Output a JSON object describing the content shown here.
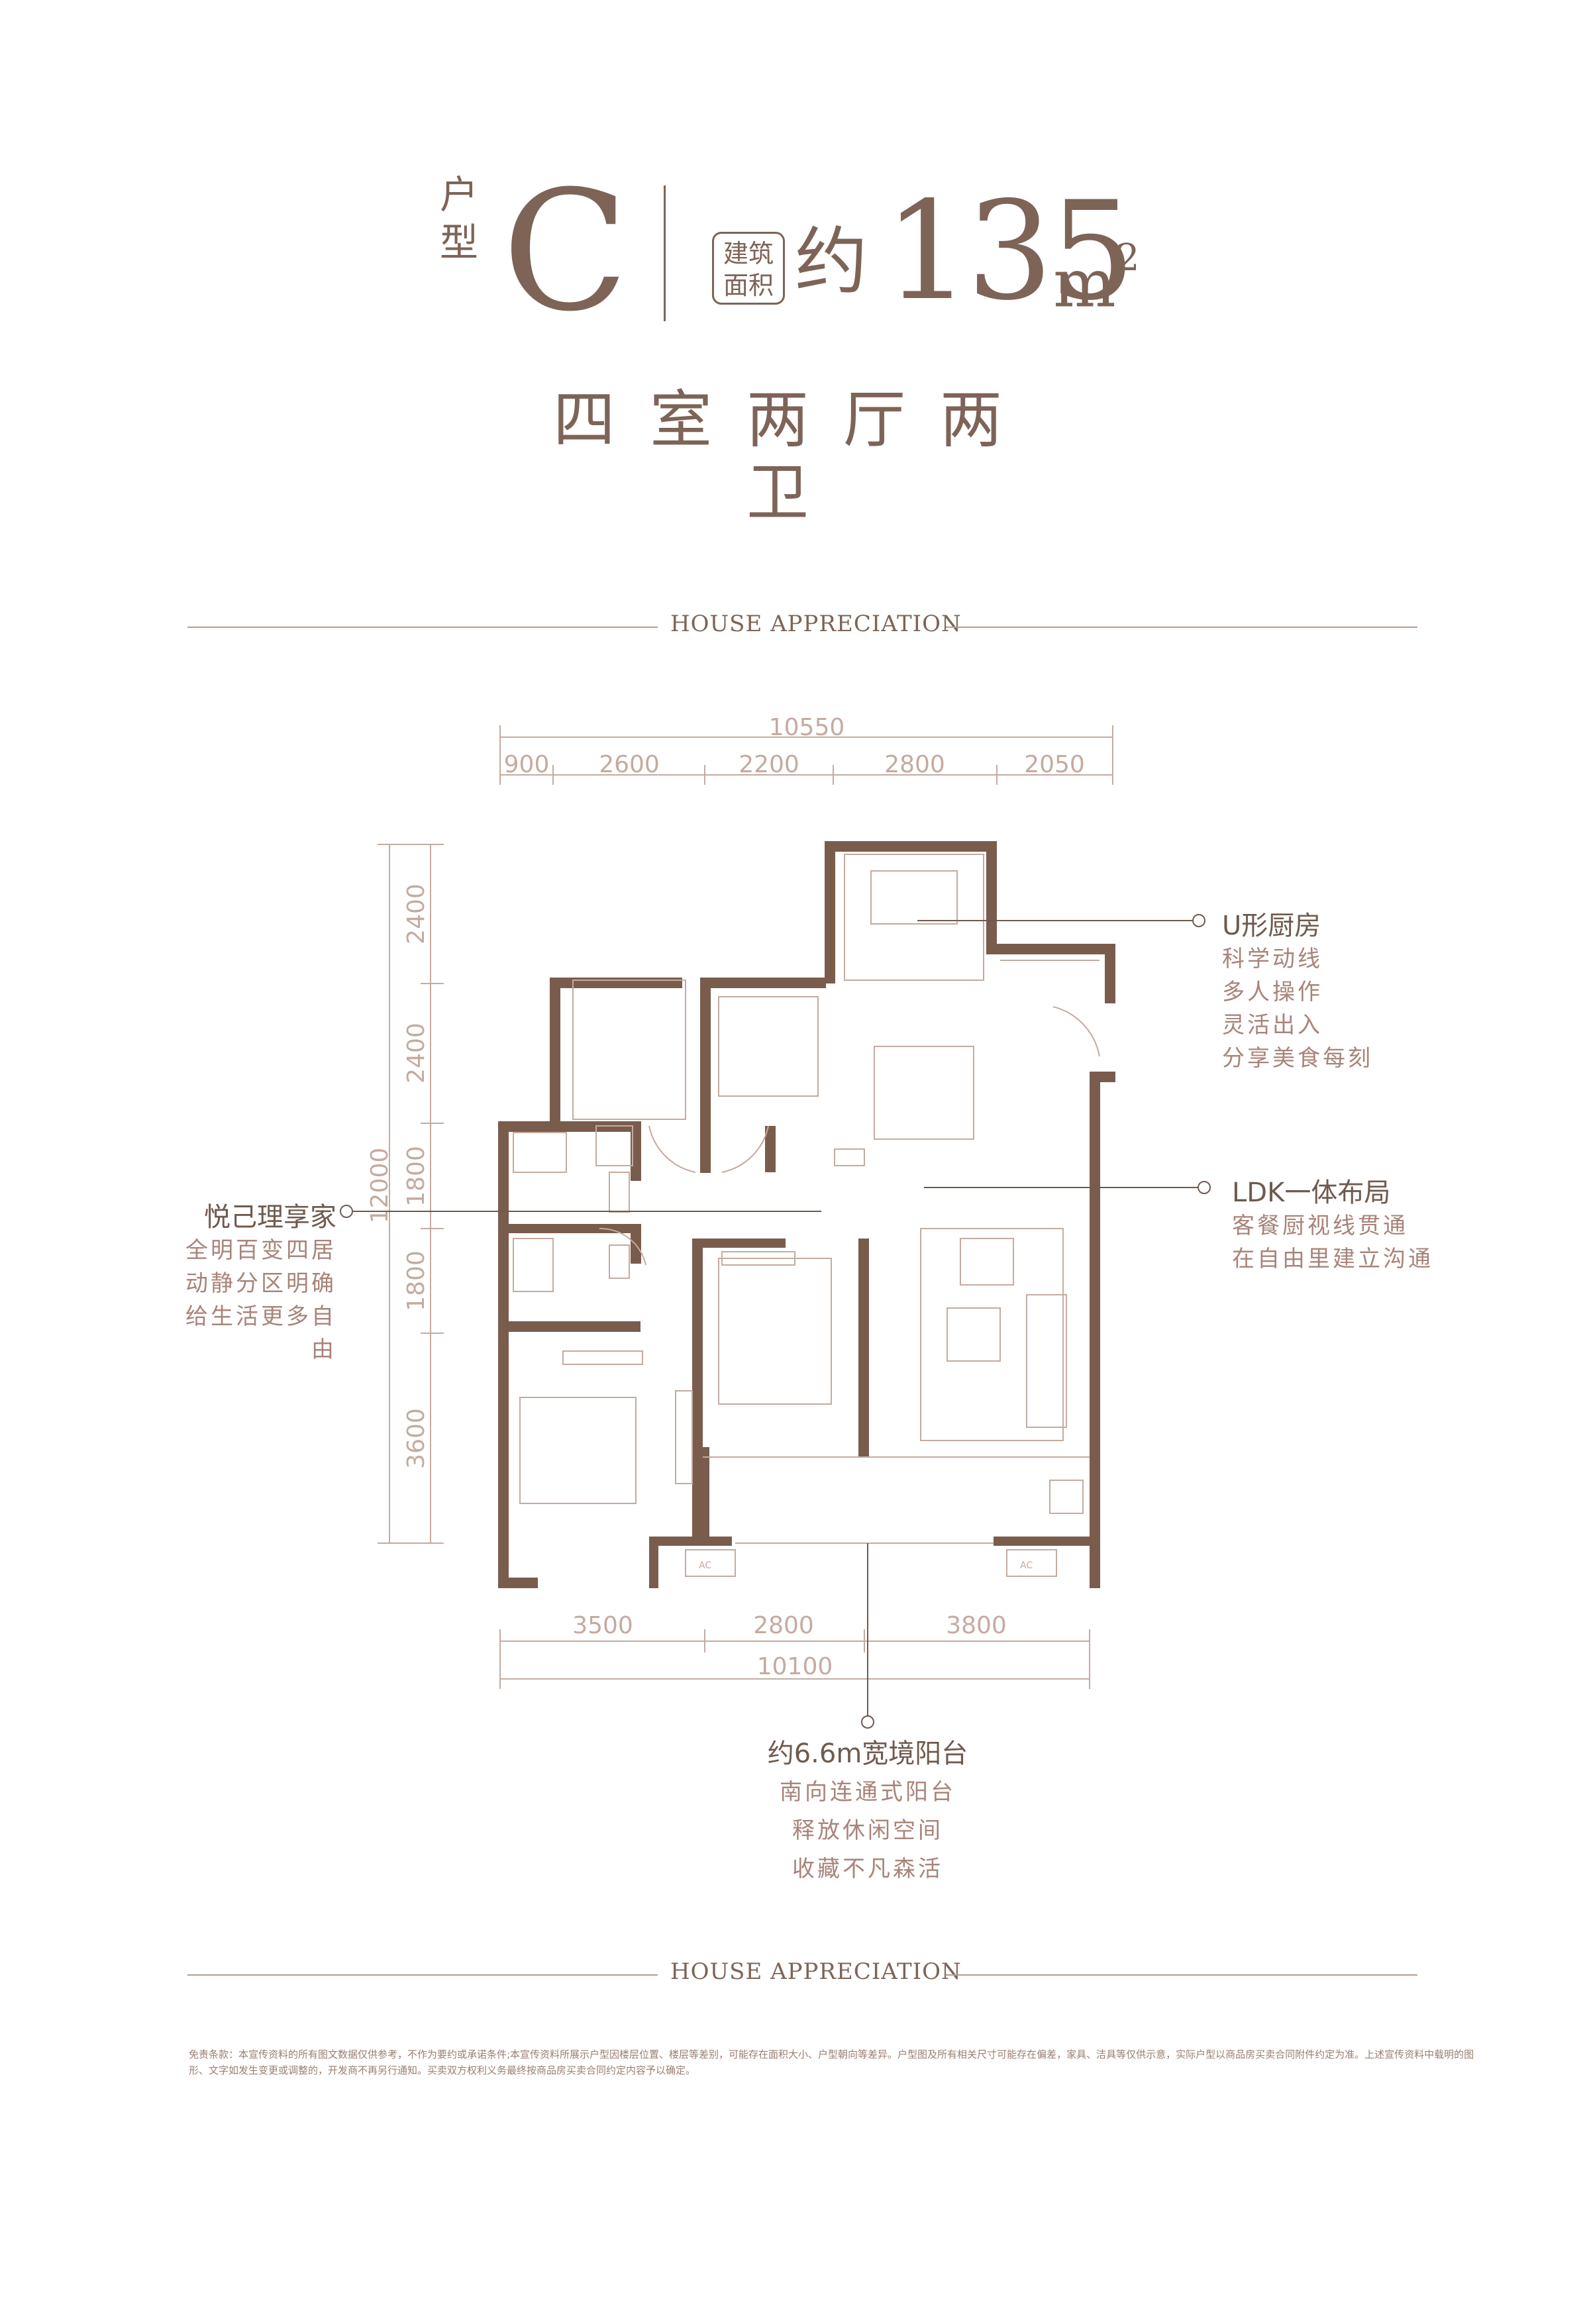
{
  "header": {
    "type_label": "户型",
    "type_letter": "C",
    "area_box_label": "建筑面积",
    "area_prefix": "约",
    "area_value": "135",
    "area_unit": "m",
    "area_unit_sup": "2",
    "rooms": "四室两厅两卫"
  },
  "banner": {
    "text": "HOUSE APPRECIATION"
  },
  "dimensions": {
    "top_total": "10550",
    "top_segments": [
      "900",
      "2600",
      "2200",
      "2800",
      "2050"
    ],
    "left_total": "12000",
    "left_segments": [
      "2400",
      "2400",
      "1800",
      "1800",
      "3600"
    ],
    "bottom_segments": [
      "3500",
      "2800",
      "3800"
    ],
    "bottom_total": "10100"
  },
  "callouts": {
    "kitchen": {
      "title": "U形厨房",
      "lines": [
        "科学动线",
        "多人操作",
        "灵活出入",
        "分享美食每刻"
      ]
    },
    "ldk": {
      "title": "LDK一体布局",
      "lines": [
        "客餐厨视线贯通",
        "在自由里建立沟通"
      ]
    },
    "home": {
      "title": "悦己理享家",
      "lines": [
        "全明百变四居",
        "动静分区明确",
        "给生活更多自由"
      ]
    },
    "balcony": {
      "title": "约6.6m宽境阳台",
      "lines": [
        "南向连通式阳台",
        "释放休闲空间",
        "收藏不凡森活"
      ]
    }
  },
  "plan_labels": {
    "ac": "AC"
  },
  "disclaimer": "免责条款：本宣传资料的所有图文数据仅供参考，不作为要约或承诺条件;本宣传资料所展示户型因楼层位置、楼层等差别，可能存在面积大小、户型朝向等差异。户型图及所有相关尺寸可能存在偏差，家具、洁具等仅供示意，实际户型以商品房买卖合同附件约定为准。上述宣传资料中载明的图形、文字如发生变更或调整的，开发商不再另行通知。买卖双方权利义务最终按商品房买卖合同约定内容予以确定。",
  "colors": {
    "wall": "#7a5c4d",
    "text": "#7d6457",
    "line": "#b89c8c",
    "dim": "#c4aba0"
  }
}
